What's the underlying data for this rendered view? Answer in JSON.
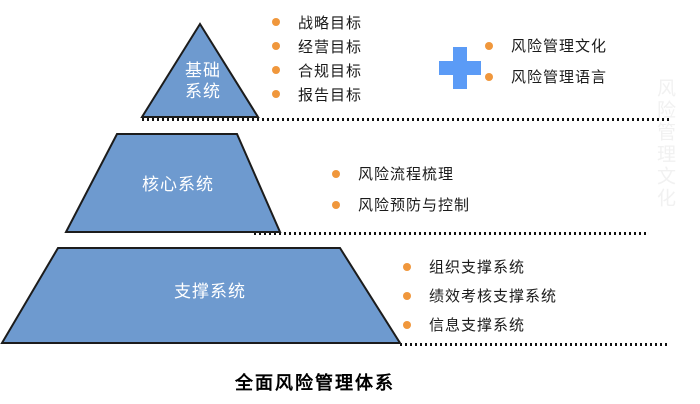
{
  "title": "全面风险管理体系",
  "colors": {
    "pyramid_fill": "#6E9ACF",
    "pyramid_border": "#1C1C1C",
    "bullet": "#F0973C",
    "plus": "#5B9BF6",
    "label_text": "#FFFFFF",
    "body_text": "#1A1A1A"
  },
  "pyramid": {
    "levels": [
      {
        "name": "基础系统",
        "lines": [
          "基础",
          "系统"
        ]
      },
      {
        "name": "核心系统"
      },
      {
        "name": "支撑系统"
      }
    ]
  },
  "lists": {
    "objectives": {
      "items": [
        "战略目标",
        "经营目标",
        "合规目标",
        "报告目标"
      ]
    },
    "culture": {
      "items": [
        "风险管理文化",
        "风险管理语言"
      ]
    },
    "core": {
      "items": [
        "风险流程梳理",
        "风险预防与控制"
      ]
    },
    "support": {
      "items": [
        "组织支撑系统",
        "绩效考核支撑系统",
        "信息支撑系统"
      ]
    }
  },
  "watermark": "风险管理文化"
}
